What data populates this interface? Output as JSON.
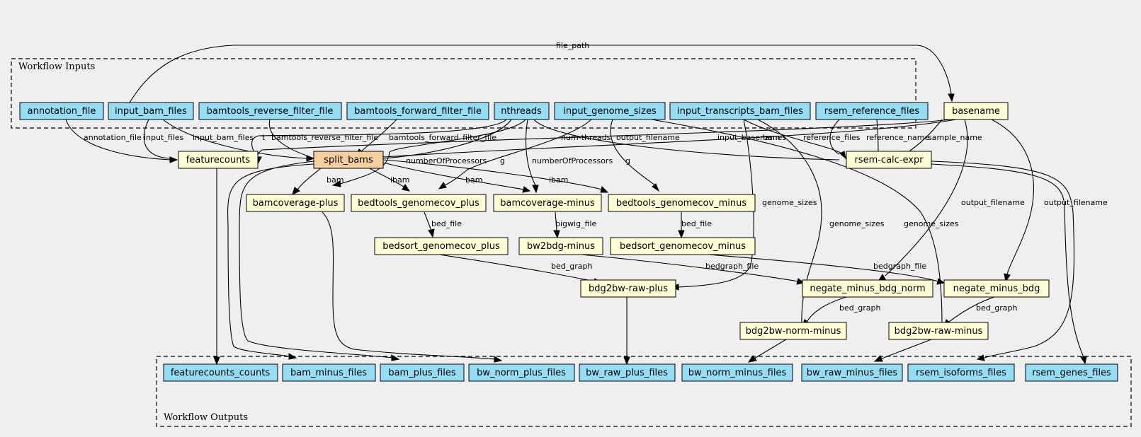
{
  "clusters": {
    "inputs": "Workflow Inputs",
    "outputs": "Workflow Outputs"
  },
  "colors": {
    "io_node": "#94ddf4",
    "step_node": "#ffffd6",
    "hub_node": "#f7cf9f",
    "background": "#efefef"
  },
  "nodes": {
    "annotation_file": "annotation_file",
    "input_bam_files": "input_bam_files",
    "bamtools_reverse_filter_file": "bamtools_reverse_filter_file",
    "bamtools_forward_filter_file": "bamtools_forward_filter_file",
    "nthreads": "nthreads",
    "input_genome_sizes": "input_genome_sizes",
    "input_transcripts_bam_files": "input_transcripts_bam_files",
    "rsem_reference_files": "rsem_reference_files",
    "basename": "basename",
    "featurecounts": "featurecounts",
    "split_bams": "split_bams",
    "rsem_calc_expr": "rsem-calc-expr",
    "bamcoverage_plus": "bamcoverage-plus",
    "bedtools_genomecov_plus": "bedtools_genomecov_plus",
    "bamcoverage_minus": "bamcoverage-minus",
    "bedtools_genomecov_minus": "bedtools_genomecov_minus",
    "bedsort_genomecov_plus": "bedsort_genomecov_plus",
    "bw2bdg_minus": "bw2bdg-minus",
    "bedsort_genomecov_minus": "bedsort_genomecov_minus",
    "bdg2bw_raw_plus": "bdg2bw-raw-plus",
    "negate_minus_bdg_norm": "negate_minus_bdg_norm",
    "negate_minus_bdg": "negate_minus_bdg",
    "bdg2bw_norm_minus": "bdg2bw-norm-minus",
    "bdg2bw_raw_minus": "bdg2bw-raw-minus",
    "featurecounts_counts": "featurecounts_counts",
    "bam_minus_files": "bam_minus_files",
    "bam_plus_files": "bam_plus_files",
    "bw_norm_plus_files": "bw_norm_plus_files",
    "bw_raw_plus_files": "bw_raw_plus_files",
    "bw_norm_minus_files": "bw_norm_minus_files",
    "bw_raw_minus_files": "bw_raw_minus_files",
    "rsem_isoforms_files": "rsem_isoforms_files",
    "rsem_genes_files": "rsem_genes_files"
  },
  "edge_labels": {
    "file_path": "file_path",
    "annotation_file": "annotation_file",
    "input_files": "input_files",
    "input_bam_files": "input_bam_files",
    "t": "t",
    "bamtools_reverse_filter_file": "bamtools_reverse_filter_file",
    "bamtools_forward_filter_file": "bamtools_forward_filter_file",
    "num_threads": "num-threads",
    "output_filename_top": "output_filename",
    "input_basenames": "input_basenames",
    "bam_rsem": "bam",
    "reference_files": "reference_files",
    "reference_name": "reference_name",
    "sample_name": "sample_name",
    "numberOfProcessors_plus": "numberOfProcessors",
    "g_plus": "g",
    "numberOfProcessors_minus": "numberOfProcessors",
    "g_minus": "g",
    "bam_plus": "bam",
    "ibam_plus": "ibam",
    "bam_minus": "bam",
    "ibam_minus": "ibam",
    "genome_sizes_1": "genome_sizes",
    "genome_sizes_2": "genome_sizes",
    "genome_sizes_3": "genome_sizes",
    "output_filename_norm": "output_filename",
    "output_filename_neg": "output_filename",
    "bed_file_plus": "bed_file",
    "bigwig_file": "bigwig_file",
    "bed_file_minus": "bed_file",
    "bed_graph_plus": "bed_graph",
    "bedgraph_file_1": "bedgraph_file",
    "bedgraph_file_2": "bedgraph_file",
    "bed_graph_norm": "bed_graph",
    "bed_graph_raw": "bed_graph"
  }
}
